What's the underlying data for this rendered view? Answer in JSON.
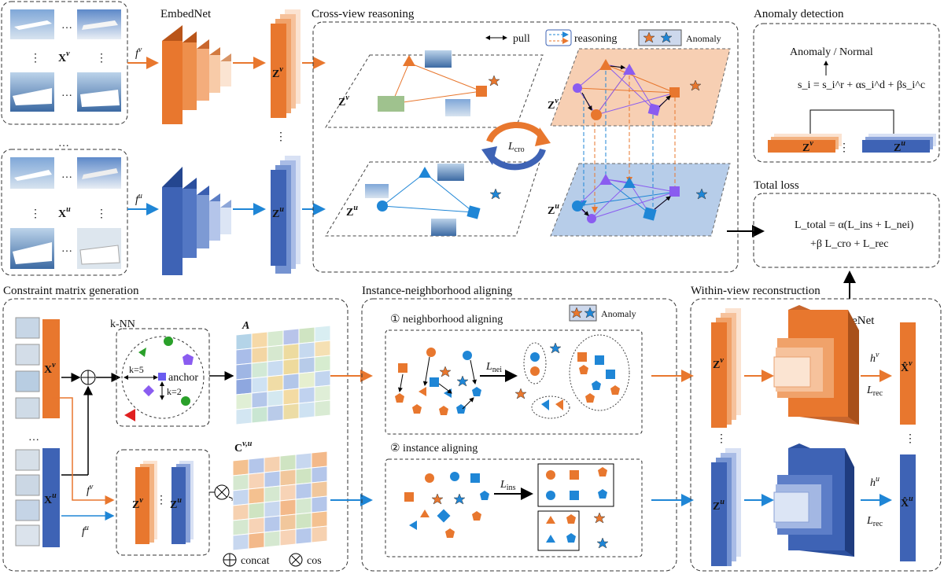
{
  "titles": {
    "embednet": "EmbedNet",
    "cross_view": "Cross-view  reasoning",
    "anomaly_detection": "Anomaly detection",
    "total_loss": "Total loss",
    "constraint": "Constraint matrix generation",
    "instance_neighborhood": "Instance-neighborhood aligning",
    "within_view": "Within-view reconstruction",
    "decodenet": "DecodeNet",
    "knn": "k-NN"
  },
  "legend": {
    "pull": "pull",
    "reasoning": "reasoning",
    "anomaly": "Anomaly",
    "anomaly2": "Anomaly",
    "concat": "concat",
    "cos": "cos"
  },
  "labels": {
    "xv": "X",
    "xv_sup": "v",
    "xu": "X",
    "xu_sup": "u",
    "fv": "f",
    "fv_sup": "v",
    "fu": "f",
    "fu_sup": "u",
    "zv": "Z",
    "zv_sup": "v",
    "zu": "Z",
    "zu_sup": "u",
    "lcro": "L",
    "lcro_sub": "cro",
    "a_matrix": "A",
    "c_matrix": "C",
    "c_sup": "v,u",
    "k5": "k=5",
    "k2": "k=2",
    "anchor": "anchor",
    "step1": "① neighborhood aligning",
    "step2": "② instance aligning",
    "lnei": "L",
    "lnei_sub": "nei",
    "lins": "L",
    "lins_sub": "ins",
    "hv": "h",
    "hv_sup": "v",
    "hu": "h",
    "hu_sup": "u",
    "lrec": "L",
    "lrec_sub": "rec",
    "xhat": "X̂",
    "anomaly_normal": "Anomaly / Normal",
    "score_formula": "s_i = s_i^r + αs_i^d + βs_i^c",
    "loss_line1": "L_total = α(L_ins + L_nei)",
    "loss_line2": "+β L_cro + L_rec",
    "dots": "…",
    "vdots": "⋮"
  },
  "colors": {
    "orange": "#e8772e",
    "orange_light": "#f7c9a6",
    "blue": "#3e63b5",
    "blue_light": "#b9c8ea",
    "arrow_blue": "#1f86d6",
    "purple": "#8a5cf0",
    "plane_orange": "#f7cfb3",
    "plane_blue": "#b7cde9"
  },
  "matrices": {
    "A": [
      "#b4d4e8",
      "#f6d9a8",
      "#d7ead0",
      "#b8c4ea",
      "#cfe4c2",
      "#d9eef2",
      "#a9bde9",
      "#f3d6a4",
      "#d6e8cf",
      "#eddb9f",
      "#c6d9ef",
      "#f5e0b3",
      "#9fb6e4",
      "#d2e9d6",
      "#c9dcf1",
      "#eeda9d",
      "#b7cbe9",
      "#d6eccf",
      "#8ea7df",
      "#cfe2f3",
      "#f0dca6",
      "#b2c6e9",
      "#e6efcf",
      "#c2d5ef",
      "#e0efd5",
      "#b4c7ea",
      "#d4e8f0",
      "#f3dba3",
      "#c0d2ef",
      "#dfeed7",
      "#d3e6f2",
      "#c9e6d2",
      "#b9cbe9",
      "#ecdca5",
      "#cee2f2",
      "#d9ebd3"
    ],
    "C": [
      "#f4c190",
      "#b4c6ea",
      "#f6d1b0",
      "#cfe4c2",
      "#c7d7ef",
      "#f3b98a",
      "#d5e8d0",
      "#f7d3b6",
      "#b6c8eb",
      "#f1c79c",
      "#cfe4c2",
      "#b4c6ea",
      "#c5d6ef",
      "#f4c190",
      "#d5e8d0",
      "#f7d3b6",
      "#b6c8eb",
      "#f1c79c",
      "#f6d1b0",
      "#cfe4c2",
      "#c7d7ef",
      "#f3b98a",
      "#d5e8d0",
      "#b4c6ea",
      "#d5e8d0",
      "#f7d3b6",
      "#b6c8eb",
      "#f1c79c",
      "#cfe4c2",
      "#f4c190",
      "#c7d7ef",
      "#f3b98a",
      "#d5e8d0",
      "#f7d3b6",
      "#b6c8eb",
      "#f6d1b0"
    ]
  }
}
